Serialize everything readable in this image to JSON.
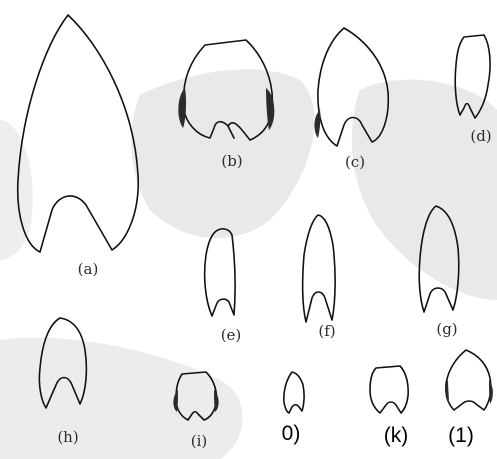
{
  "figure": {
    "colors": {
      "outline": "#111111",
      "shading": "#2b2b2b",
      "background_blob": "#e6e6e6",
      "paper": "#ffffff"
    },
    "labels": {
      "a": "(a)",
      "b": "(b)",
      "c": "(c)",
      "d": "(d)",
      "e": "(e)",
      "f": "(f)",
      "g": "(g)",
      "h": "(h)",
      "i": "(i)",
      "j": "0)",
      "k": "(k)",
      "l": "(1)"
    }
  }
}
